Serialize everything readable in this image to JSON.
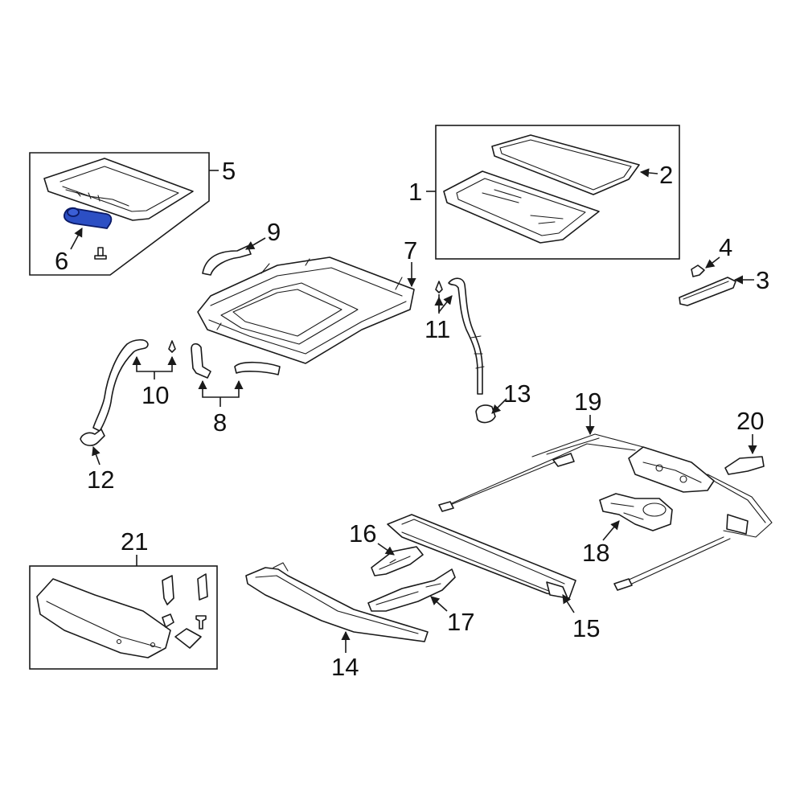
{
  "colors": {
    "background": "#ffffff",
    "line": "#1a1a1a",
    "highlight_fill": "#2c4fc4",
    "highlight_stroke": "#0b1a66"
  },
  "callouts": {
    "c1": "1",
    "c2": "2",
    "c3": "3",
    "c4": "4",
    "c5": "5",
    "c6": "6",
    "c7": "7",
    "c8": "8",
    "c9": "9",
    "c10": "10",
    "c11": "11",
    "c12": "12",
    "c13": "13",
    "c14": "14",
    "c15": "15",
    "c16": "16",
    "c17": "17",
    "c18": "18",
    "c19": "19",
    "c20": "20",
    "c21": "21"
  },
  "highlighted_part": "6"
}
